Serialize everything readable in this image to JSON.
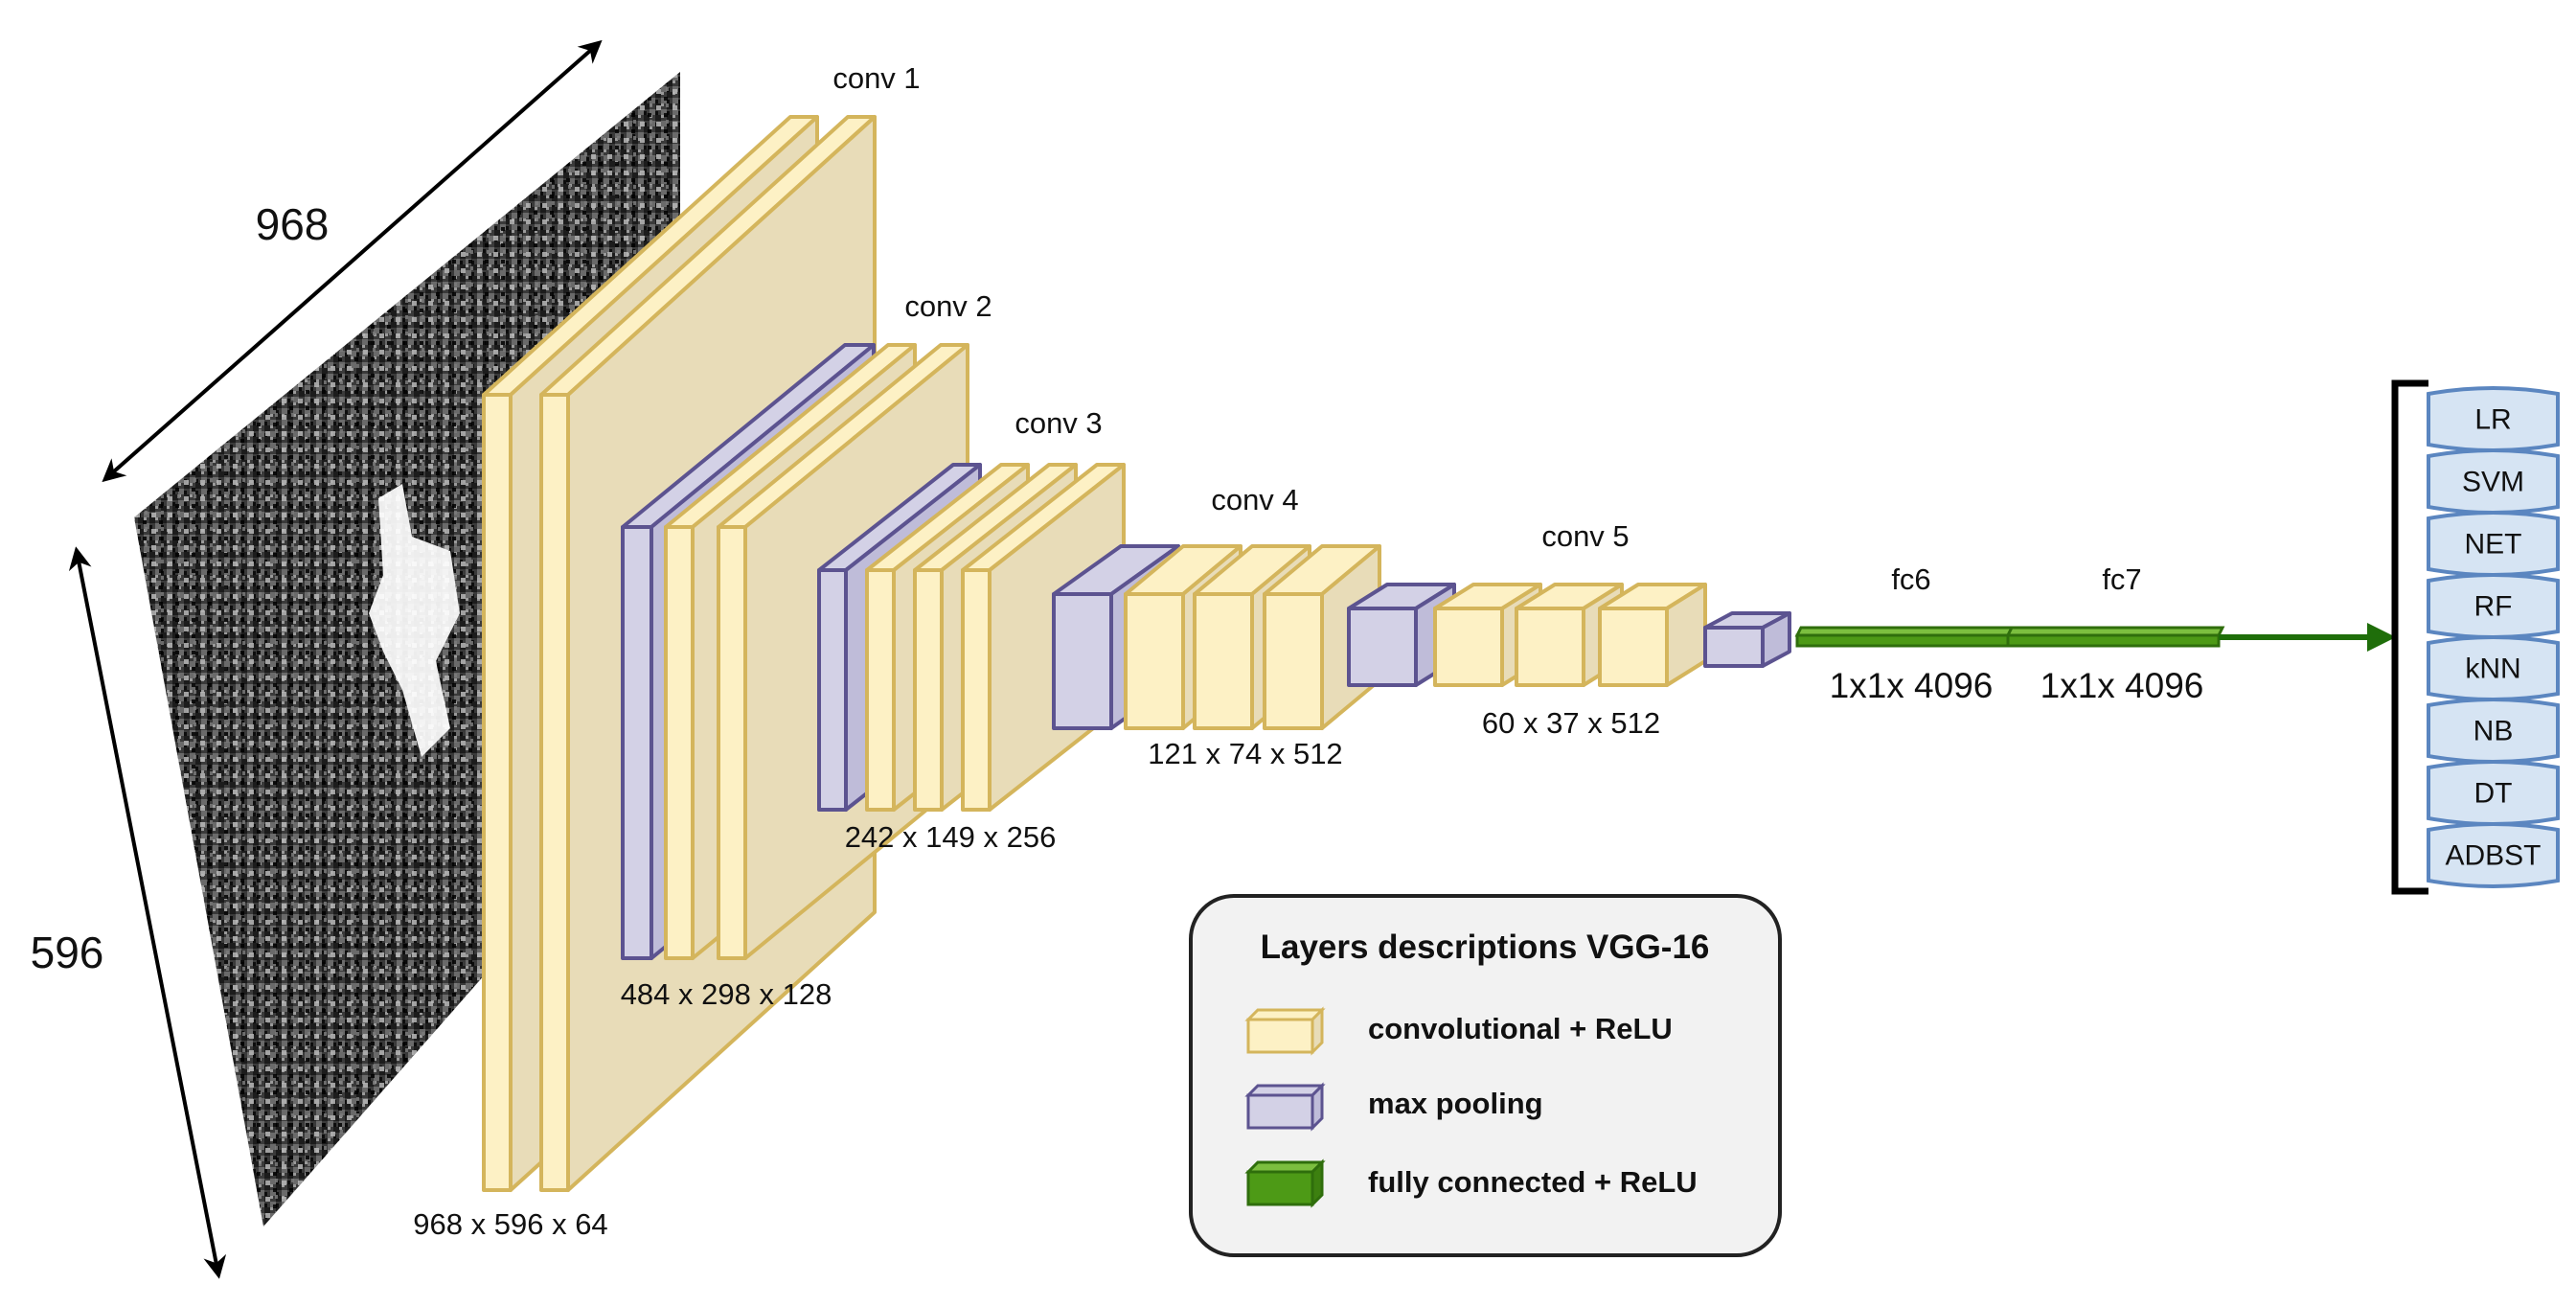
{
  "input": {
    "width_label": "968",
    "height_label": "596"
  },
  "layers": [
    {
      "name": "conv 1",
      "dims": "968 x 596 x 64"
    },
    {
      "name": "conv 2",
      "dims": "484 x 298 x 128"
    },
    {
      "name": "conv 3",
      "dims": "242 x 149 x 256"
    },
    {
      "name": "conv 4",
      "dims": "121 x 74 x 512"
    },
    {
      "name": "conv 5",
      "dims": "60 x 37 x 512"
    },
    {
      "name": "fc6",
      "dims": "1x1x 4096"
    },
    {
      "name": "fc7",
      "dims": "1x1x 4096"
    }
  ],
  "legend": {
    "title": "Layers descriptions VGG-16",
    "items": [
      {
        "label": "convolutional + ReLU",
        "color": "#fdf1c5",
        "stroke": "#d4b55c"
      },
      {
        "label": "max pooling",
        "color": "#d3d1e6",
        "stroke": "#5c5390"
      },
      {
        "label": "fully connected + ReLU",
        "color": "#4d9a16",
        "stroke": "#2f6e0c"
      }
    ]
  },
  "classifiers": [
    "LR",
    "SVM",
    "NET",
    "RF",
    "kNN",
    "NB",
    "DT",
    "ADBST"
  ],
  "colors": {
    "conv_fill": "#fdf1c5",
    "conv_side": "#e8dcb8",
    "conv_stroke": "#d4b55c",
    "pool_fill": "#d3d1e6",
    "pool_stroke": "#5c5390",
    "fc_fill": "#4d9a16",
    "fc_stroke": "#2f6e0c",
    "arrow": "#1f6e0a",
    "clf_fill": "#d6e4f3",
    "clf_stroke": "#5b86c0"
  }
}
